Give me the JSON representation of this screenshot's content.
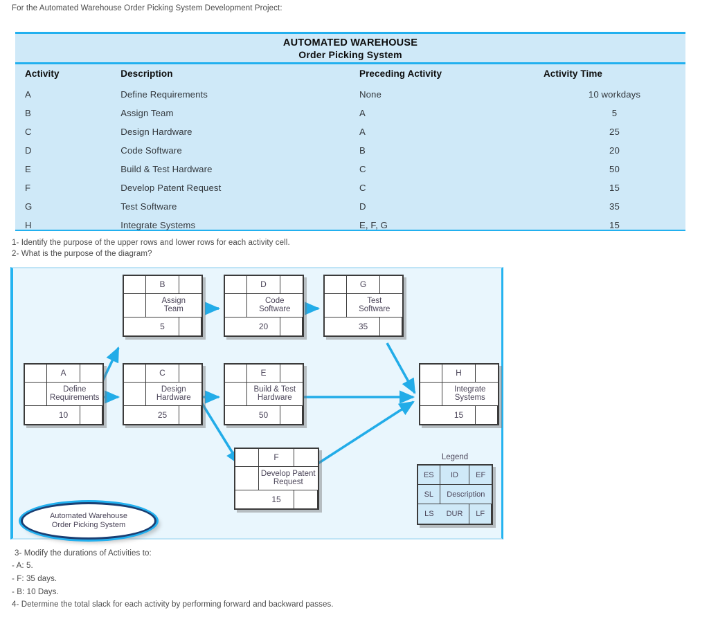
{
  "intro": "For the Automated Warehouse Order Picking System Development Project:",
  "table": {
    "title_line1": "AUTOMATED WAREHOUSE",
    "title_line2": "Order Picking System",
    "headers": {
      "activity": "Activity",
      "description": "Description",
      "preceding": "Preceding Activity",
      "time": "Activity Time"
    },
    "rows": [
      {
        "activity": "A",
        "description": "Define Requirements",
        "preceding": "None",
        "time": "10 workdays"
      },
      {
        "activity": "B",
        "description": "Assign Team",
        "preceding": "A",
        "time": "5"
      },
      {
        "activity": "C",
        "description": "Design Hardware",
        "preceding": "A",
        "time": "25"
      },
      {
        "activity": "D",
        "description": "Code Software",
        "preceding": "B",
        "time": "20"
      },
      {
        "activity": "E",
        "description": "Build & Test Hardware",
        "preceding": "C",
        "time": "50"
      },
      {
        "activity": "F",
        "description": "Develop Patent Request",
        "preceding": "C",
        "time": "15"
      },
      {
        "activity": "G",
        "description": "Test Software",
        "preceding": "D",
        "time": "35"
      },
      {
        "activity": "H",
        "description": "Integrate Systems",
        "preceding": "E, F, G",
        "time": "15"
      }
    ]
  },
  "questions": {
    "q1": "1- Identify the purpose of the upper rows and lower rows for each activity cell.",
    "q2": "2- What is the purpose of the diagram?",
    "q3": "3- Modify the durations of Activities to:",
    "q3_a": "- A: 5.",
    "q3_f": "- F: 35 days.",
    "q3_b": "- B: 10 Days.",
    "q4": "4- Determine the total slack for each activity by performing forward and backward passes."
  },
  "diagram": {
    "nodes": [
      {
        "id": "B",
        "desc_line1": "Assign",
        "desc_line2": "Team",
        "duration": "5"
      },
      {
        "id": "D",
        "desc_line1": "Code",
        "desc_line2": "Software",
        "duration": "20"
      },
      {
        "id": "G",
        "desc_line1": "Test",
        "desc_line2": "Software",
        "duration": "35"
      },
      {
        "id": "A",
        "desc_line1": "Define",
        "desc_line2": "Requirements",
        "duration": "10"
      },
      {
        "id": "C",
        "desc_line1": "Design",
        "desc_line2": "Hardware",
        "duration": "25"
      },
      {
        "id": "E",
        "desc_line1": "Build & Test",
        "desc_line2": "Hardware",
        "duration": "50"
      },
      {
        "id": "H",
        "desc_line1": "Integrate",
        "desc_line2": "Systems",
        "duration": "15"
      },
      {
        "id": "F",
        "desc_line1": "Develop Patent",
        "desc_line2": "Request",
        "duration": "15"
      }
    ],
    "legend": {
      "label": "Legend",
      "es": "ES",
      "id": "ID",
      "ef": "EF",
      "sl": "SL",
      "description": "Description",
      "ls": "LS",
      "dur": "DUR",
      "lf": "LF"
    },
    "project_ellipse_line1": "Automated Warehouse",
    "project_ellipse_line2": "Order Picking System",
    "arrow_color": "#22ace8"
  },
  "colors": {
    "table_bg": "#cfe9f8",
    "rule": "#22b0ef",
    "panel_bg": "#e9f6fd",
    "panel_border": "#24b3f0",
    "arrow": "#22ace8",
    "ellipse_outer": "#1b3f73",
    "ellipse_inner": "#22b0ef"
  }
}
